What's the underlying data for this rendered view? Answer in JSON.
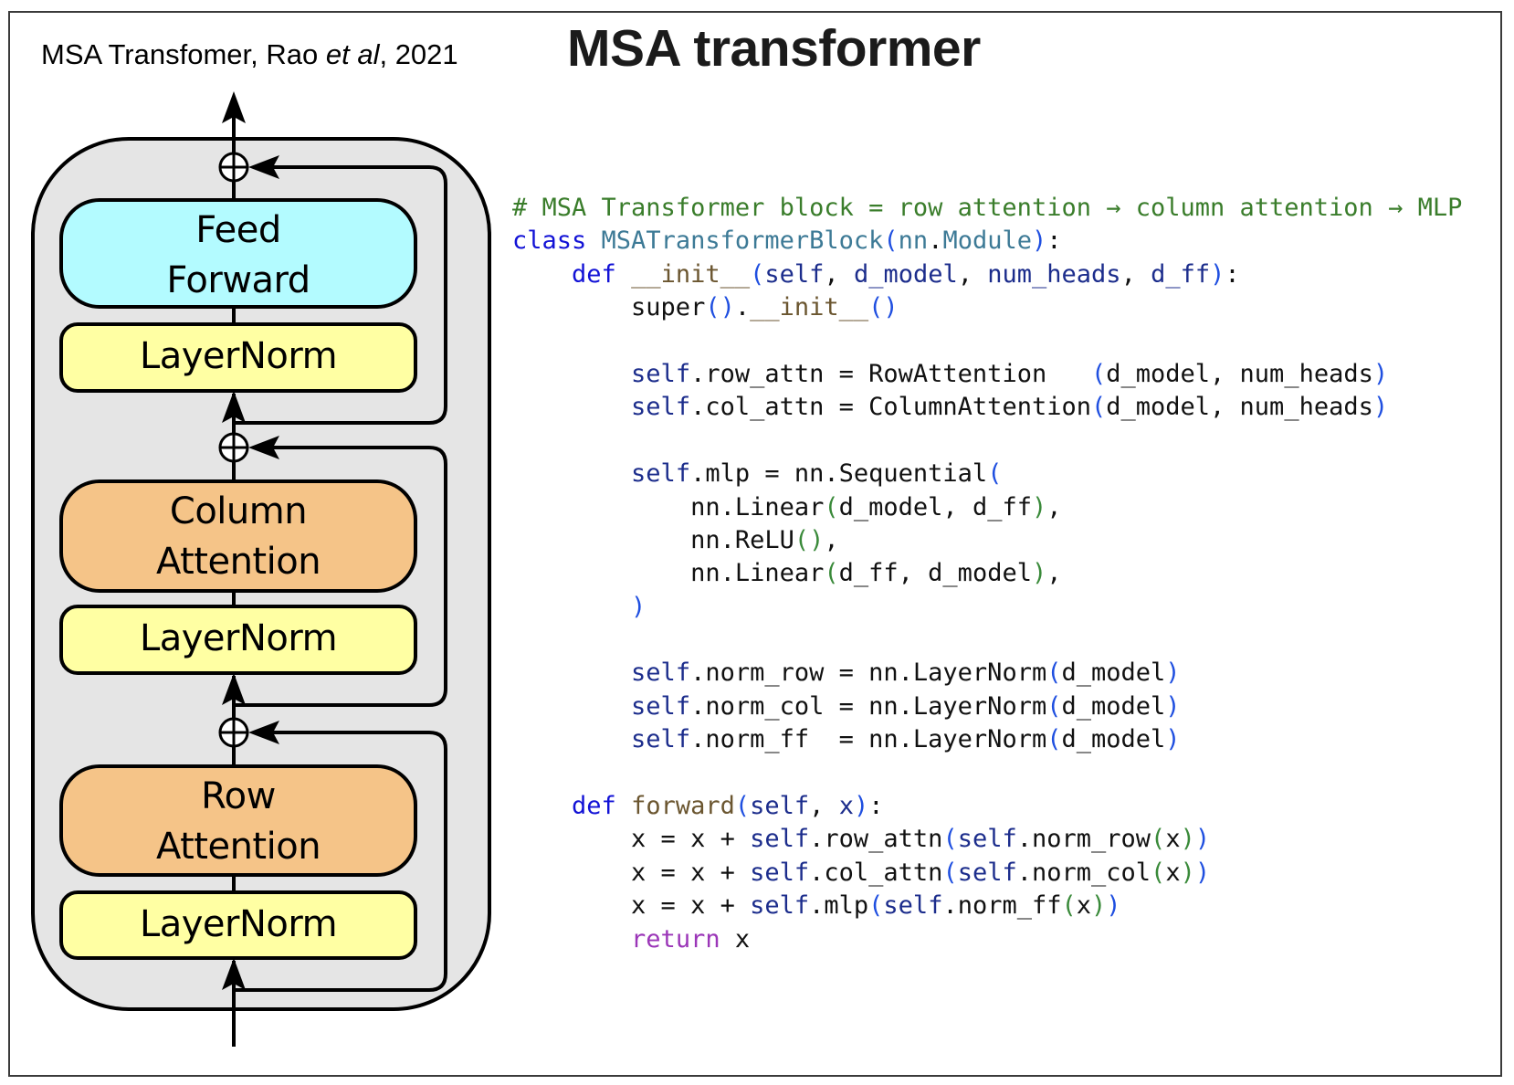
{
  "header": {
    "citation_prefix": "MSA Transfomer, Rao ",
    "citation_italic": "et al",
    "citation_suffix": ", 2021",
    "title": "MSA transformer"
  },
  "diagram": {
    "blocks": [
      {
        "id": "feed-forward",
        "lines": [
          "Feed",
          "Forward"
        ],
        "color": "#b3fbff"
      },
      {
        "id": "layernorm-ff",
        "lines": [
          "LayerNorm"
        ],
        "color": "#ffffa3"
      },
      {
        "id": "column-attention",
        "lines": [
          "Column",
          "Attention"
        ],
        "color": "#f5c488"
      },
      {
        "id": "layernorm-col",
        "lines": [
          "LayerNorm"
        ],
        "color": "#ffffa3"
      },
      {
        "id": "row-attention",
        "lines": [
          "Row",
          "Attention"
        ],
        "color": "#f5c488"
      },
      {
        "id": "layernorm-row",
        "lines": [
          "LayerNorm"
        ],
        "color": "#ffffa3"
      }
    ],
    "container_color": "#e5e5e5",
    "residual_symbol": "add-circle"
  },
  "code": {
    "lines": [
      [
        [
          "comment",
          "# MSA Transformer block = row attention → column attention → MLP"
        ]
      ],
      [
        [
          "kw",
          "class"
        ],
        [
          "plain",
          " "
        ],
        [
          "classname",
          "MSATransformerBlock"
        ],
        [
          "paren",
          "("
        ],
        [
          "classname",
          "nn"
        ],
        [
          "plain",
          "."
        ],
        [
          "classname",
          "Module"
        ],
        [
          "paren",
          ")"
        ],
        [
          "plain",
          ":"
        ]
      ],
      [
        [
          "plain",
          "    "
        ],
        [
          "kw",
          "def"
        ],
        [
          "plain",
          " "
        ],
        [
          "func",
          "__init__"
        ],
        [
          "paren",
          "("
        ],
        [
          "self",
          "self"
        ],
        [
          "plain",
          ", "
        ],
        [
          "param",
          "d_model"
        ],
        [
          "plain",
          ", "
        ],
        [
          "param",
          "num_heads"
        ],
        [
          "plain",
          ", "
        ],
        [
          "param",
          "d_ff"
        ],
        [
          "paren",
          ")"
        ],
        [
          "plain",
          ":"
        ]
      ],
      [
        [
          "plain",
          "        super"
        ],
        [
          "paren",
          "()"
        ],
        [
          "plain",
          "."
        ],
        [
          "func",
          "__init__"
        ],
        [
          "paren",
          "()"
        ]
      ],
      [],
      [
        [
          "plain",
          "        "
        ],
        [
          "self",
          "self"
        ],
        [
          "plain",
          ".row_attn = RowAttention   "
        ],
        [
          "paren",
          "("
        ],
        [
          "plain",
          "d_model, num_heads"
        ],
        [
          "paren",
          ")"
        ]
      ],
      [
        [
          "plain",
          "        "
        ],
        [
          "self",
          "self"
        ],
        [
          "plain",
          ".col_attn = ColumnAttention"
        ],
        [
          "paren",
          "("
        ],
        [
          "plain",
          "d_model, num_heads"
        ],
        [
          "paren",
          ")"
        ]
      ],
      [],
      [
        [
          "plain",
          "        "
        ],
        [
          "self",
          "self"
        ],
        [
          "plain",
          ".mlp = nn.Sequential"
        ],
        [
          "paren",
          "("
        ]
      ],
      [
        [
          "plain",
          "            nn.Linear"
        ],
        [
          "paren2",
          "("
        ],
        [
          "plain",
          "d_model, d_ff"
        ],
        [
          "paren2",
          ")"
        ],
        [
          "plain",
          ","
        ]
      ],
      [
        [
          "plain",
          "            nn.ReLU"
        ],
        [
          "paren2",
          "()"
        ],
        [
          "plain",
          ","
        ]
      ],
      [
        [
          "plain",
          "            nn.Linear"
        ],
        [
          "paren2",
          "("
        ],
        [
          "plain",
          "d_ff, d_model"
        ],
        [
          "paren2",
          ")"
        ],
        [
          "plain",
          ","
        ]
      ],
      [
        [
          "plain",
          "        "
        ],
        [
          "paren",
          ")"
        ]
      ],
      [],
      [
        [
          "plain",
          "        "
        ],
        [
          "self",
          "self"
        ],
        [
          "plain",
          ".norm_row = nn.LayerNorm"
        ],
        [
          "paren",
          "("
        ],
        [
          "plain",
          "d_model"
        ],
        [
          "paren",
          ")"
        ]
      ],
      [
        [
          "plain",
          "        "
        ],
        [
          "self",
          "self"
        ],
        [
          "plain",
          ".norm_col = nn.LayerNorm"
        ],
        [
          "paren",
          "("
        ],
        [
          "plain",
          "d_model"
        ],
        [
          "paren",
          ")"
        ]
      ],
      [
        [
          "plain",
          "        "
        ],
        [
          "self",
          "self"
        ],
        [
          "plain",
          ".norm_ff  = nn.LayerNorm"
        ],
        [
          "paren",
          "("
        ],
        [
          "plain",
          "d_model"
        ],
        [
          "paren",
          ")"
        ]
      ],
      [],
      [
        [
          "plain",
          "    "
        ],
        [
          "kw",
          "def"
        ],
        [
          "plain",
          " "
        ],
        [
          "func",
          "forward"
        ],
        [
          "paren",
          "("
        ],
        [
          "self",
          "self"
        ],
        [
          "plain",
          ", "
        ],
        [
          "param",
          "x"
        ],
        [
          "paren",
          ")"
        ],
        [
          "plain",
          ":"
        ]
      ],
      [
        [
          "plain",
          "        x = x + "
        ],
        [
          "self",
          "self"
        ],
        [
          "plain",
          ".row_attn"
        ],
        [
          "paren",
          "("
        ],
        [
          "self",
          "self"
        ],
        [
          "plain",
          ".norm_row"
        ],
        [
          "paren2",
          "("
        ],
        [
          "plain",
          "x"
        ],
        [
          "paren2",
          ")"
        ],
        [
          "paren",
          ")"
        ]
      ],
      [
        [
          "plain",
          "        x = x + "
        ],
        [
          "self",
          "self"
        ],
        [
          "plain",
          ".col_attn"
        ],
        [
          "paren",
          "("
        ],
        [
          "self",
          "self"
        ],
        [
          "plain",
          ".norm_col"
        ],
        [
          "paren2",
          "("
        ],
        [
          "plain",
          "x"
        ],
        [
          "paren2",
          ")"
        ],
        [
          "paren",
          ")"
        ]
      ],
      [
        [
          "plain",
          "        x = x + "
        ],
        [
          "self",
          "self"
        ],
        [
          "plain",
          ".mlp"
        ],
        [
          "paren",
          "("
        ],
        [
          "self",
          "self"
        ],
        [
          "plain",
          ".norm_ff"
        ],
        [
          "paren2",
          "("
        ],
        [
          "plain",
          "x"
        ],
        [
          "paren2",
          ")"
        ],
        [
          "paren",
          ")"
        ]
      ],
      [
        [
          "plain",
          "        "
        ],
        [
          "return",
          "return"
        ],
        [
          "plain",
          " x"
        ]
      ]
    ]
  }
}
